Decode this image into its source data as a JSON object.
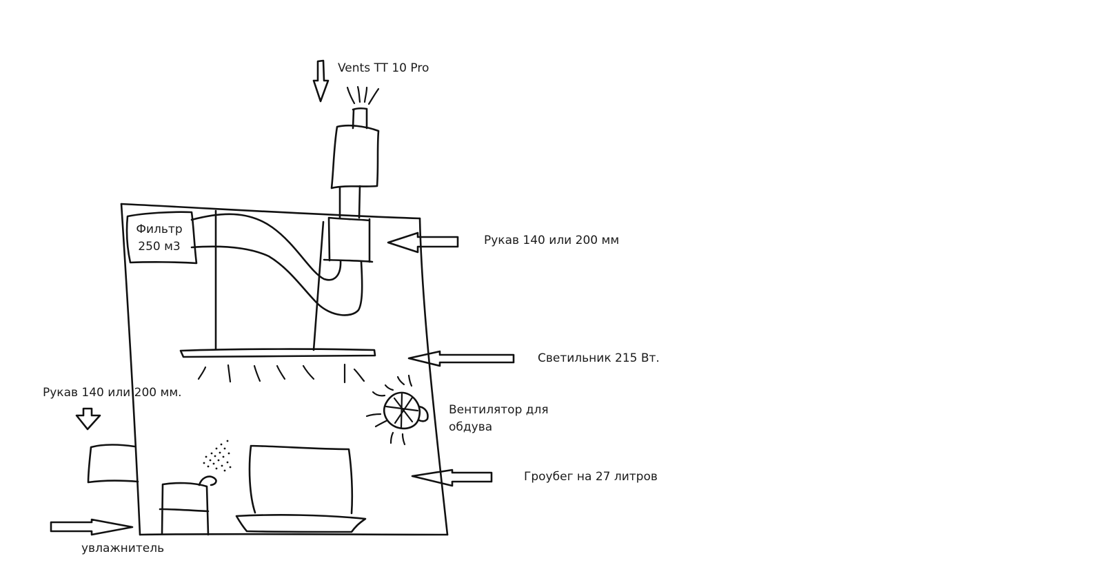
{
  "diagram": {
    "labels": {
      "exhaust_fan": "Vents TT 10 Pro",
      "filter_line1": "Фильтр",
      "filter_line2": "250 м3",
      "duct_top": "Рукав 140 или 200 мм",
      "lamp": "Светильник 215 Вт.",
      "duct_intake": "Рукав 140 или 200 мм.",
      "fan_line1": "Вентилятор для",
      "fan_line2": "обдува",
      "growbag": "Гроубег на 27 литров",
      "humidifier": "увлажнитель"
    },
    "icons": [
      "down-arrow-icon",
      "left-arrow-icon",
      "right-arrow-icon",
      "fan-icon",
      "air-flow-icon",
      "light-rays-icon",
      "mist-icon"
    ]
  }
}
